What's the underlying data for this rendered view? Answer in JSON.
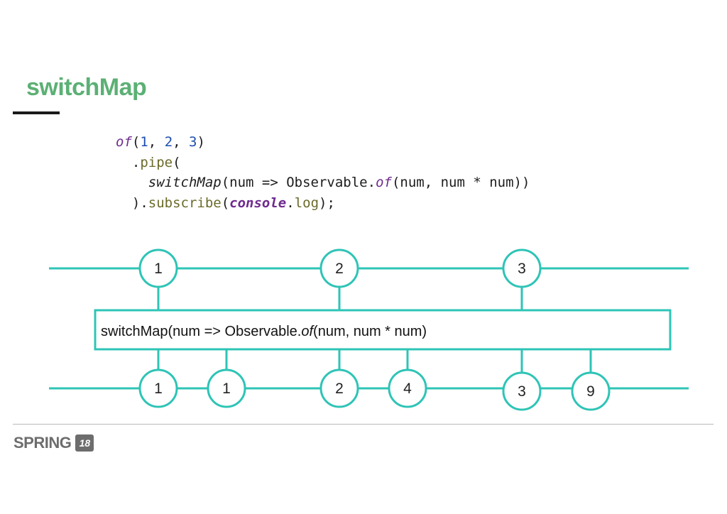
{
  "slide": {
    "title": "switchMap"
  },
  "code": {
    "lines": [
      [
        {
          "t": "of",
          "c": "c-fn-italic"
        },
        {
          "t": "(",
          "c": ""
        },
        {
          "t": "1",
          "c": "c-num"
        },
        {
          "t": ", ",
          "c": ""
        },
        {
          "t": "2",
          "c": "c-num"
        },
        {
          "t": ", ",
          "c": ""
        },
        {
          "t": "3",
          "c": "c-num"
        },
        {
          "t": ")",
          "c": ""
        }
      ],
      [
        {
          "t": "  .",
          "c": ""
        },
        {
          "t": "pipe",
          "c": "c-method"
        },
        {
          "t": "(",
          "c": ""
        }
      ],
      [
        {
          "t": "    ",
          "c": ""
        },
        {
          "t": "switchMap",
          "c": "c-italic"
        },
        {
          "t": "(num => Observable.",
          "c": ""
        },
        {
          "t": "of",
          "c": "c-fn-italic"
        },
        {
          "t": "(num, num * num))",
          "c": ""
        }
      ],
      [
        {
          "t": "  ).",
          "c": ""
        },
        {
          "t": "subscribe",
          "c": "c-method"
        },
        {
          "t": "(",
          "c": ""
        },
        {
          "t": "console",
          "c": "c-console"
        },
        {
          "t": ".",
          "c": ""
        },
        {
          "t": "log",
          "c": "c-method"
        },
        {
          "t": ");",
          "c": ""
        }
      ]
    ]
  },
  "diagram": {
    "operator_box": {
      "label_pre": "switchMap(num => Observable.",
      "label_italic": "of",
      "label_post": "(num, num * num)"
    },
    "input_marbles": [
      "1",
      "2",
      "3"
    ],
    "output_marbles": [
      "1",
      "1",
      "2",
      "4",
      "3",
      "9"
    ],
    "colors": {
      "line": "#2ec4b6",
      "marble_fill": "#ffffff",
      "box_border": "#2ec4b6"
    }
  },
  "footer": {
    "logo_text": "SPRING",
    "logo_badge": "18"
  }
}
